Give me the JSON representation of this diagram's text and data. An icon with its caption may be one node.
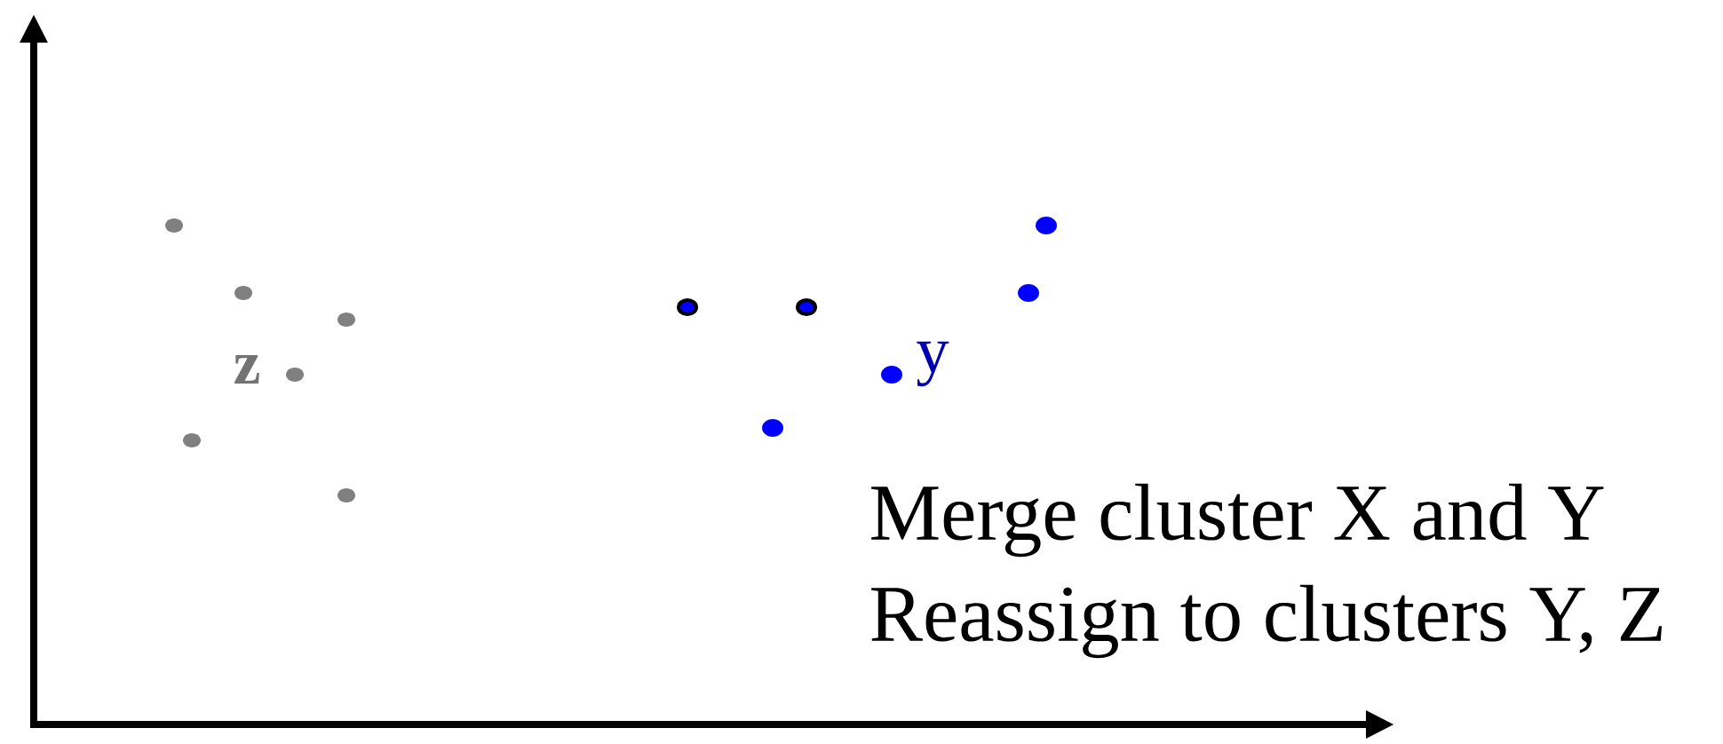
{
  "diagram": {
    "labels": [
      "z",
      "y",
      "Merge cluster X and Y",
      "Reassign to clusters Y, Z"
    ]
  }
}
